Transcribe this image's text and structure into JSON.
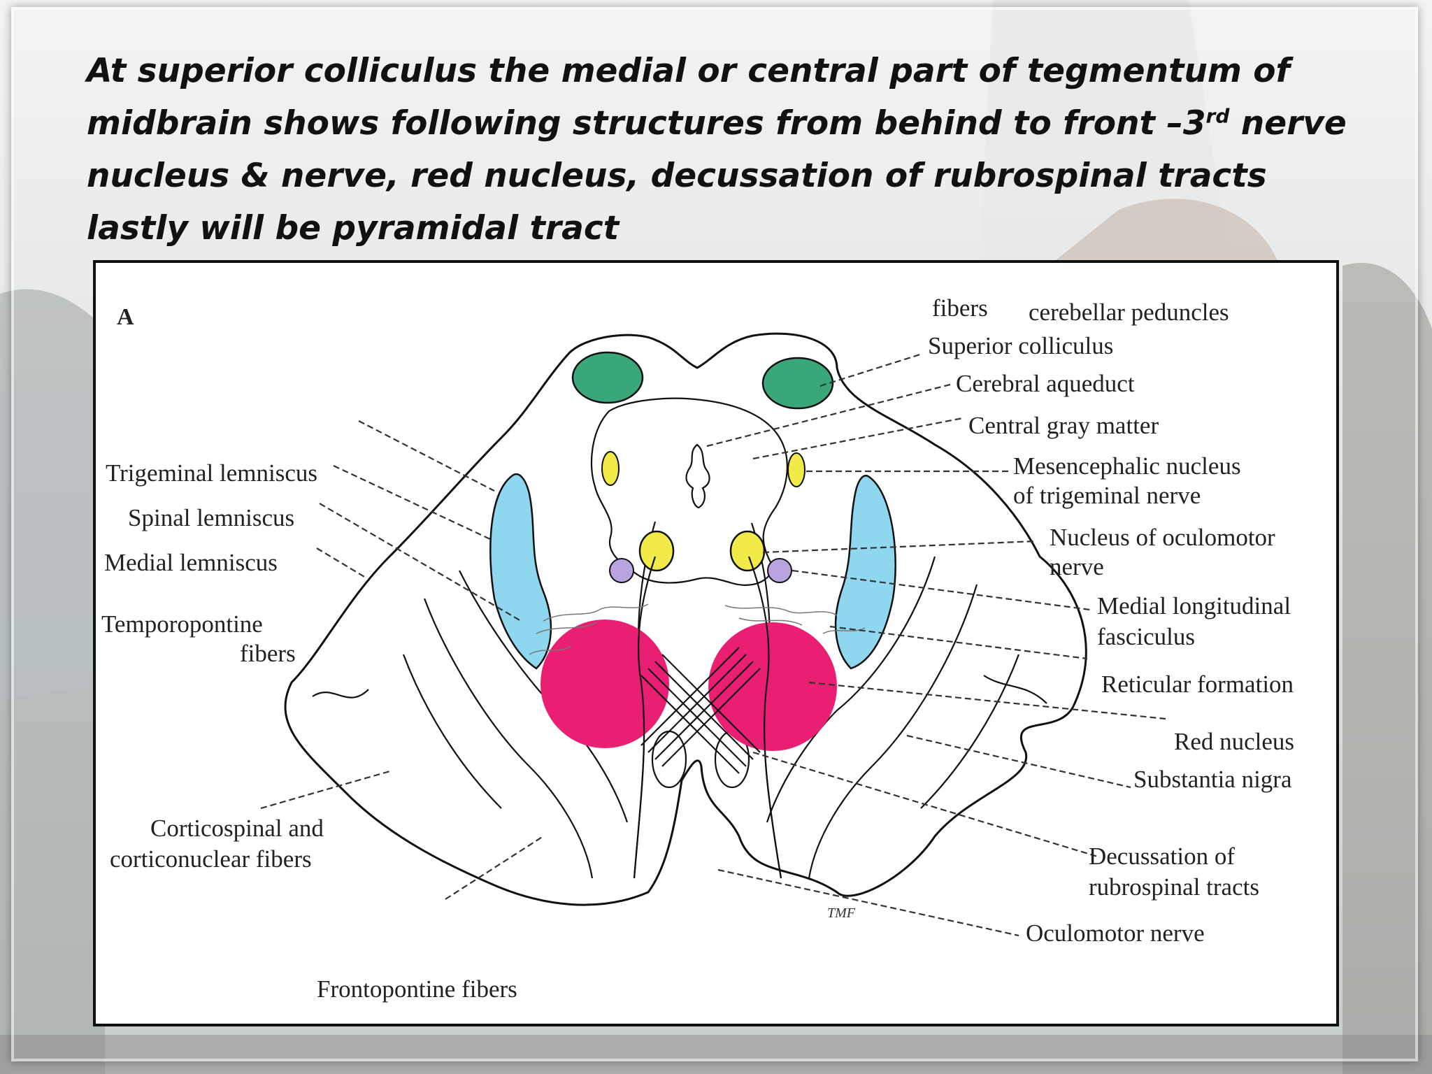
{
  "slide": {
    "title_part1": "At superior colliculus the medial or central part of tegmentum of midbrain shows following structures from behind to front –3",
    "title_sup": "rd",
    "title_part2": " nerve nucleus & nerve, red nucleus, decussation of rubrospinal tracts lastly will be pyramidal tract"
  },
  "figure": {
    "panel_letter": "A",
    "labels": {
      "fibers_top": "fibers",
      "cerebellar_peduncles": "cerebellar peduncles",
      "superior_colliculus": "Superior colliculus",
      "cerebral_aqueduct": "Cerebral aqueduct",
      "central_gray_matter": "Central gray matter",
      "mesencephalic_line1": "Mesencephalic nucleus",
      "mesencephalic_line2": "of trigeminal nerve",
      "oculomotor_nucleus_line1": "Nucleus of oculomotor",
      "oculomotor_nucleus_line2": "nerve",
      "mlf_line1": "Medial longitudinal",
      "mlf_line2": "fasciculus",
      "reticular_formation": "Reticular formation",
      "red_nucleus": "Red nucleus",
      "substantia_nigra": "Substantia nigra",
      "decussation_line1": "Decussation of",
      "decussation_line2": "rubrospinal tracts",
      "oculomotor_nerve": "Oculomotor nerve",
      "trigeminal_lemniscus": "Trigeminal lemniscus",
      "spinal_lemniscus": "Spinal lemniscus",
      "medial_lemniscus": "Medial lemniscus",
      "temporopontine_line1": "Temporopontine",
      "temporopontine_line2": "fibers",
      "corticospinal_line1": "Corticospinal and",
      "corticospinal_line2": "corticonuclear fibers",
      "frontopontine": "Frontopontine fibers",
      "artist_mark": "TMF"
    },
    "colors": {
      "superior_colliculus": "#3aa77a",
      "oculomotor_nucleus": "#f2ea48",
      "mlf": "#b9a4e0",
      "lemniscus": "#8fd6ef",
      "red_nucleus": "#ea1e72"
    }
  }
}
